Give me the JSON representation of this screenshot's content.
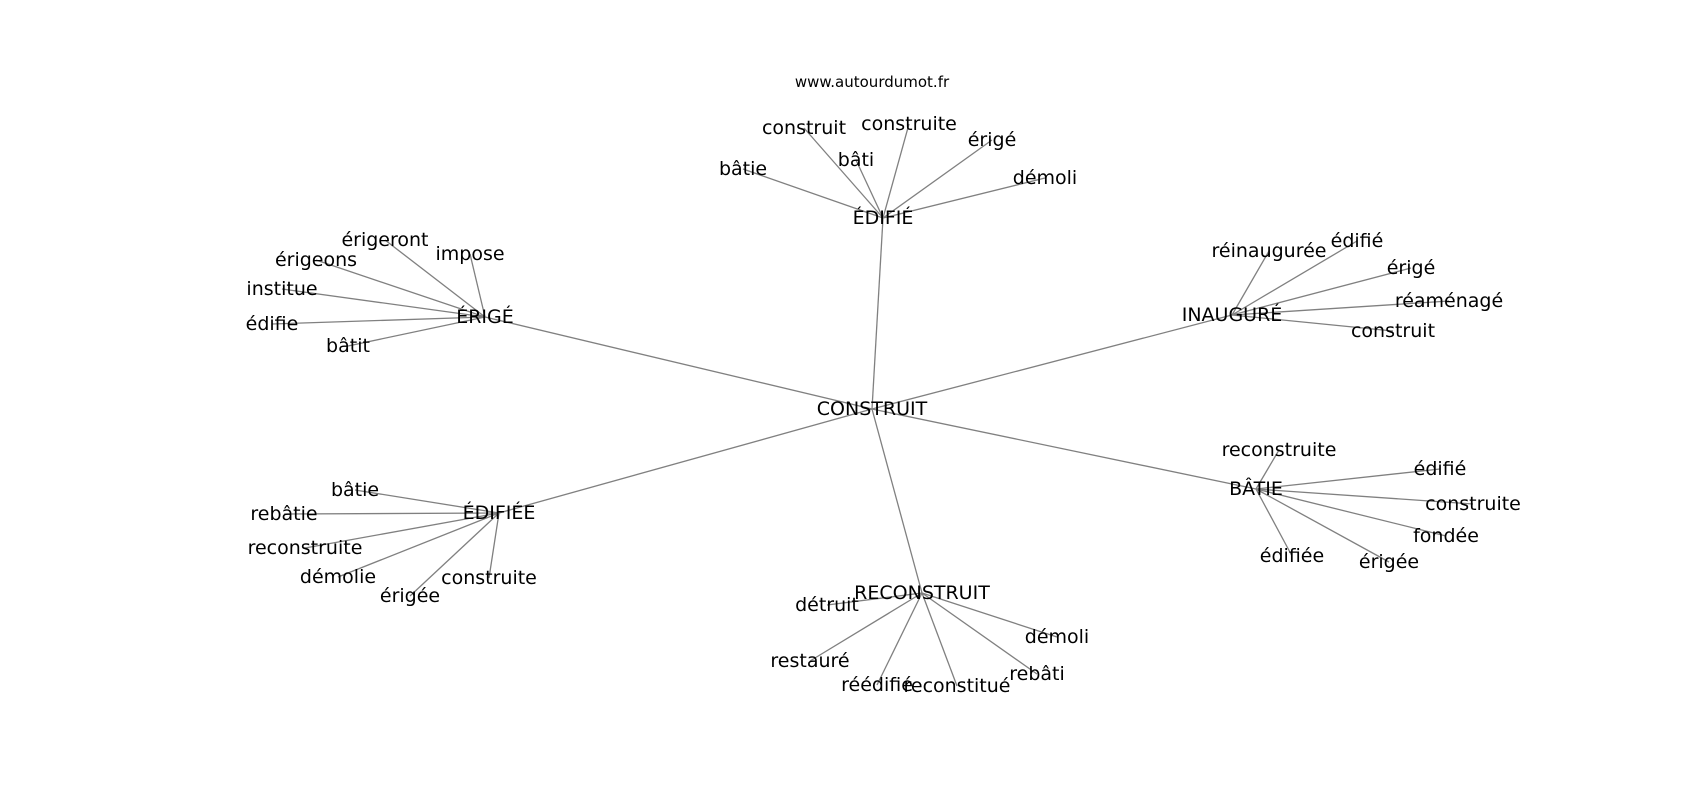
{
  "source": "www.autourdumot.fr",
  "graph": {
    "center": "CONSTRUIT",
    "clusters": [
      {
        "label": "ÉDIFIÉ",
        "words": [
          "construit",
          "construite",
          "bâti",
          "bâtie",
          "érigé",
          "démoli"
        ]
      },
      {
        "label": "ÉRIGÉ",
        "words": [
          "érigeront",
          "érigeons",
          "impose",
          "institue",
          "édifie",
          "bâtit"
        ]
      },
      {
        "label": "INAUGURÉ",
        "words": [
          "réinaugurée",
          "édifié",
          "érigé",
          "réaménagé",
          "construit"
        ]
      },
      {
        "label": "ÉDIFIÉE",
        "words": [
          "bâtie",
          "rebâtie",
          "reconstruite",
          "démolie",
          "érigée",
          "construite"
        ]
      },
      {
        "label": "BÂTIE",
        "words": [
          "reconstruite",
          "édifié",
          "construite",
          "fondée",
          "édifiée",
          "érigée"
        ]
      },
      {
        "label": "RECONSTRUIT",
        "words": [
          "détruit",
          "démoli",
          "restauré",
          "rebâti",
          "réédifié",
          "reconstitué"
        ]
      }
    ]
  }
}
